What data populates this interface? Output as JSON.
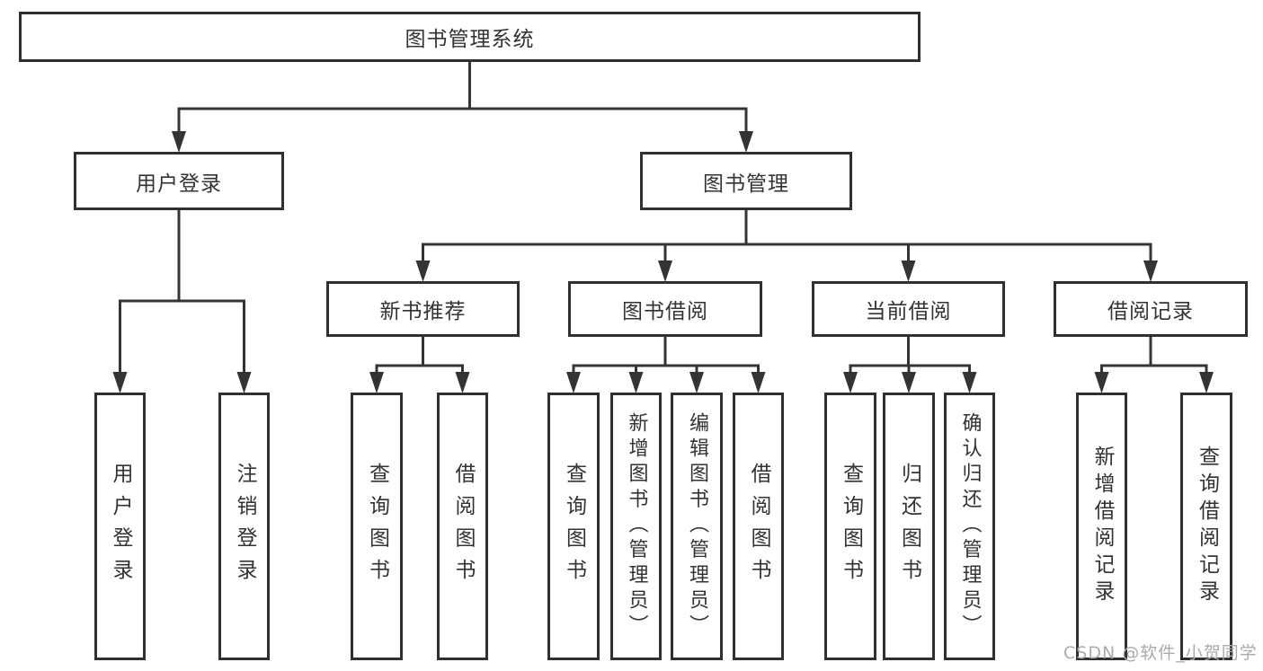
{
  "diagram_title": "图书管理系统",
  "watermark": "CSDN @软件_小贺同学",
  "colors": {
    "background": "#ffffff",
    "line": "#343434",
    "border": "#303030",
    "text": "#333333",
    "watermark": "#ababab"
  },
  "nodes": [
    {
      "id": "root",
      "label": "图书管理系统",
      "parent": null
    },
    {
      "id": "user-login",
      "label": "用户登录",
      "parent": "root"
    },
    {
      "id": "book-mgmt",
      "label": "图书管理",
      "parent": "root"
    },
    {
      "id": "new-rec",
      "label": "新书推荐",
      "parent": "book-mgmt"
    },
    {
      "id": "book-borrow",
      "label": "图书借阅",
      "parent": "book-mgmt"
    },
    {
      "id": "cur-borrow",
      "label": "当前借阅",
      "parent": "book-mgmt"
    },
    {
      "id": "borrow-rec",
      "label": "借阅记录",
      "parent": "book-mgmt"
    },
    {
      "id": "leaf-user-login",
      "label": "用户登录",
      "parent": "user-login"
    },
    {
      "id": "leaf-logout",
      "label": "注销登录",
      "parent": "user-login"
    },
    {
      "id": "leaf-query-1",
      "label": "查询图书",
      "parent": "new-rec"
    },
    {
      "id": "leaf-borrow-1",
      "label": "借阅图书",
      "parent": "new-rec"
    },
    {
      "id": "leaf-query-2",
      "label": "查询图书",
      "parent": "book-borrow"
    },
    {
      "id": "leaf-add-book",
      "label": "新增图书（管理员）",
      "parent": "book-borrow"
    },
    {
      "id": "leaf-edit-book",
      "label": "编辑图书（管理员）",
      "parent": "book-borrow"
    },
    {
      "id": "leaf-borrow-2",
      "label": "借阅图书",
      "parent": "book-borrow"
    },
    {
      "id": "leaf-query-3",
      "label": "查询图书",
      "parent": "cur-borrow"
    },
    {
      "id": "leaf-return",
      "label": "归还图书",
      "parent": "cur-borrow"
    },
    {
      "id": "leaf-confirm-return",
      "label": "确认归还（管理员）",
      "parent": "cur-borrow"
    },
    {
      "id": "leaf-add-record",
      "label": "新增借阅记录",
      "parent": "borrow-rec"
    },
    {
      "id": "leaf-query-record",
      "label": "查询借阅记录",
      "parent": "borrow-rec"
    }
  ]
}
